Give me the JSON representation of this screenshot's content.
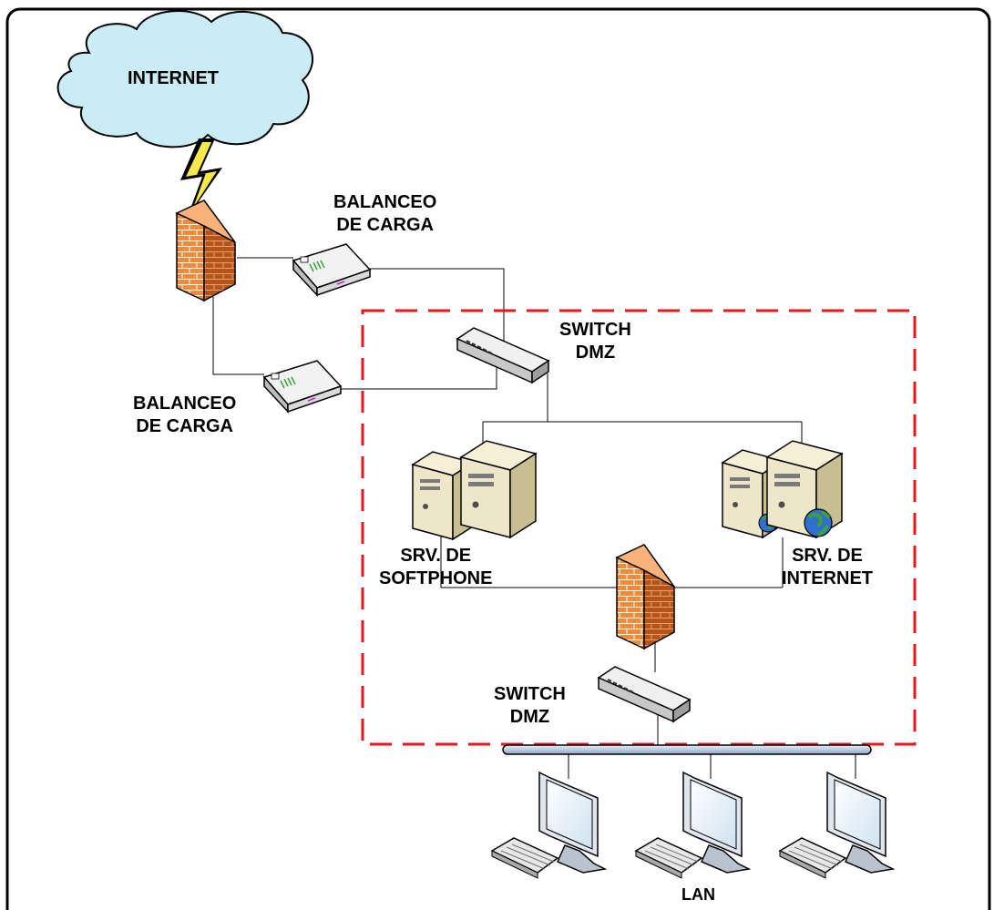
{
  "labels": {
    "internet": "INTERNET",
    "balanceo_top": [
      "BALANCEO",
      "DE CARGA"
    ],
    "balanceo_bottom": [
      "BALANCEO",
      "DE CARGA"
    ],
    "switch_dmz_top": [
      "SWITCH",
      "DMZ"
    ],
    "switch_dmz_bottom": [
      "SWITCH",
      "DMZ"
    ],
    "srv_softphone": [
      "SRV. DE",
      "SOFTPHONE"
    ],
    "srv_internet": [
      "SRV. DE",
      "INTERNET"
    ],
    "lan": "LAN"
  },
  "colors": {
    "frame": "#000000",
    "dmz_border": "#e8151b",
    "cloud_fill": "#c9ecf5",
    "firewall_fill": "#f2893b",
    "server_fill": "#eee6c8",
    "lan_bus": "#b6cbe0"
  },
  "icons": {
    "cloud": "cloud-icon",
    "lightning": "lightning-bolt-icon",
    "firewall": "firewall-icon",
    "load_balancer": "load-balancer-icon",
    "switch": "switch-icon",
    "server": "server-icon",
    "web_server": "web-server-globe-icon",
    "workstation": "workstation-computer-icon"
  }
}
